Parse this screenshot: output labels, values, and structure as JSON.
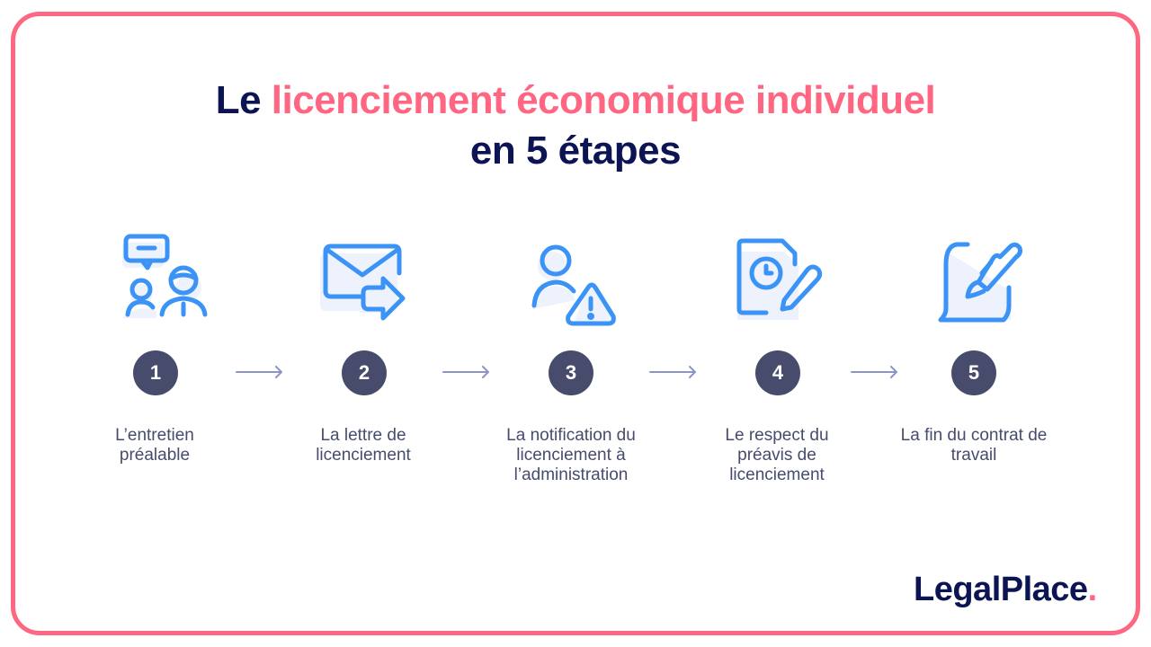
{
  "title": {
    "prefix": "Le ",
    "accent": "licenciement économique individuel",
    "line2": "en 5 étapes"
  },
  "colors": {
    "accent": "#FF6682",
    "navy": "#0C1454",
    "badge": "#474C6C",
    "icon": "#3A93F5",
    "icon_shadow": "#EEF2FD",
    "arrow": "#8E94C8"
  },
  "steps": [
    {
      "number": "1",
      "icon": "conversation-people-icon",
      "label_lines": [
        "L’entretien",
        "préalable"
      ]
    },
    {
      "number": "2",
      "icon": "envelope-send-icon",
      "label_lines": [
        "La lettre de",
        "licenciement"
      ]
    },
    {
      "number": "3",
      "icon": "user-warning-icon",
      "label_lines": [
        "La notification du",
        "licenciement à",
        "l’administration"
      ]
    },
    {
      "number": "4",
      "icon": "document-clock-pencil-icon",
      "label_lines": [
        "Le respect du",
        "préavis de",
        "licenciement"
      ]
    },
    {
      "number": "5",
      "icon": "signed-contract-pen-icon",
      "label_lines": [
        "La fin du contrat de",
        "travail"
      ]
    }
  ],
  "logo": {
    "text": "LegalPlace",
    "dot": "."
  }
}
